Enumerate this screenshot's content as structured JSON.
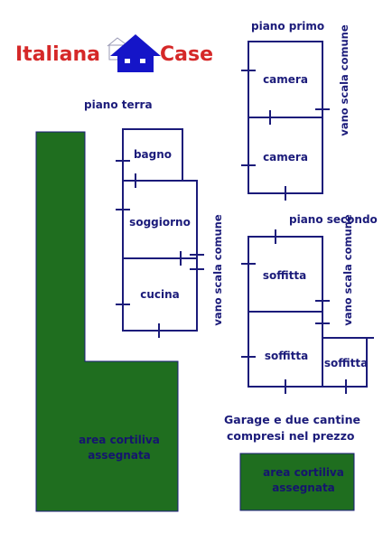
{
  "logo": {
    "part1": "Italiana",
    "part2": "Case"
  },
  "floors": {
    "ground": "piano terra",
    "first": "piano primo",
    "second": "piano secondo"
  },
  "rooms": {
    "bagno": "bagno",
    "soggiorno": "soggiorno",
    "cucina": "cucina",
    "camera1": "camera",
    "camera2": "camera",
    "soffitta1": "soffitta",
    "soffitta2": "soffitta",
    "soffitta3": "soffitta"
  },
  "stair_label": "vano scala comune",
  "garden": {
    "line1": "area cortiliva",
    "line2": "assegnata"
  },
  "garage": {
    "line1": "Garage e due cantine",
    "line2": "compresi nel prezzo"
  },
  "colors": {
    "wall": "#1b1b7a",
    "garden": "#1f6e1f",
    "logo_red": "#d52828",
    "logo_blue": "#1515c8"
  }
}
